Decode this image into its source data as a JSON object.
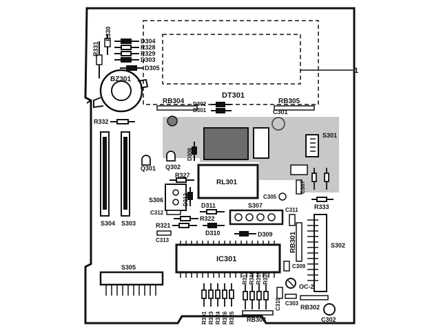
{
  "labels": {
    "display": "DT301",
    "callout": "1",
    "buzzer": "BZ301",
    "r331": "R331",
    "r330": "R330",
    "d304": "D304",
    "r328": "R328",
    "r329": "R329",
    "d303": "D303",
    "d305": "D305",
    "rb304": "RB304",
    "rb305": "RB305",
    "d302": "D302",
    "d301": "D301",
    "c301": "C301",
    "r332": "R332",
    "s301": "S301",
    "q301": "Q301",
    "q302": "Q302",
    "d306": "D306",
    "rl301": "RL301",
    "r327": "R327",
    "s306": "S306",
    "d312": "D312",
    "c312": "C312",
    "s304": "S304",
    "s303": "S303",
    "d311": "D311",
    "s307": "S307",
    "c305": "C305",
    "c307": "C307",
    "r333": "R333",
    "c311": "C311",
    "r322": "R322",
    "r321": "R321",
    "d310": "D310",
    "d309": "D309",
    "c313": "C313",
    "rb301": "RB301",
    "s302": "S302",
    "ic301": "IC301",
    "s305": "S305",
    "c309": "C309",
    "oc2": "OC-2",
    "c310": "C310",
    "c303": "C303",
    "rb302": "RB302",
    "c302": "C302",
    "rb303": "RB303",
    "r301": "R301",
    "r323": "R323",
    "r324": "R324",
    "r326": "R326",
    "r325": "R325",
    "r317": "R317",
    "r318": "R318",
    "r319": "R319",
    "r320": "R320"
  }
}
